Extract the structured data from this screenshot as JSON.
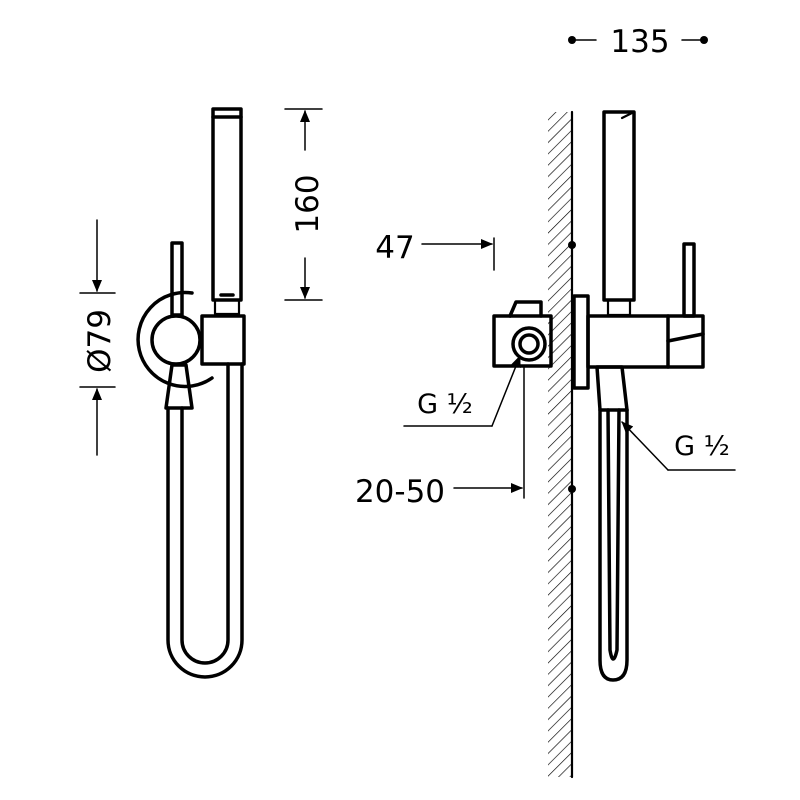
{
  "dimensions": {
    "height_handset": "160",
    "diameter": "Ø79",
    "projection_total": "135",
    "depth_valve": "47",
    "adjust_range": "20-50"
  },
  "threads": {
    "inlet": "G ½",
    "outlet": "G ½"
  },
  "colors": {
    "line": "#000000",
    "background": "#ffffff"
  }
}
